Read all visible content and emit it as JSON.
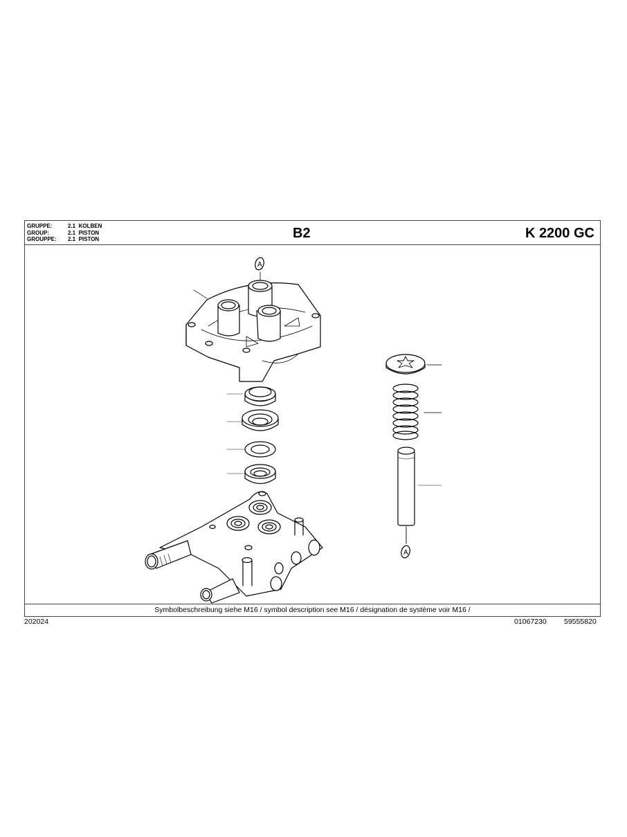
{
  "header": {
    "group_rows": [
      {
        "key": "GRUPPE:",
        "value": "2.1  KOLBEN"
      },
      {
        "key": "GROUP:",
        "value": "2.1  PISTON"
      },
      {
        "key": "GROUPPE:",
        "value": "2.1  PISTON"
      }
    ],
    "page_code": "B2",
    "model": "K 2200 GC"
  },
  "drawing": {
    "callout_labels": [
      "A",
      "A"
    ],
    "parts": [
      "cylinder-head-housing",
      "seal-ring-1",
      "seal-ring-2",
      "washer",
      "seal-ring-3",
      "valve-manifold",
      "star-retainer-washer",
      "compression-spring",
      "piston-pin"
    ]
  },
  "footer": {
    "symbol_note": "Symbolbeschreibung siehe M16 / symbol description see M16 / désignation de système voir M16 /"
  },
  "below": {
    "left_code": "202024",
    "doc_number": "01067230",
    "part_number": "59555820"
  }
}
